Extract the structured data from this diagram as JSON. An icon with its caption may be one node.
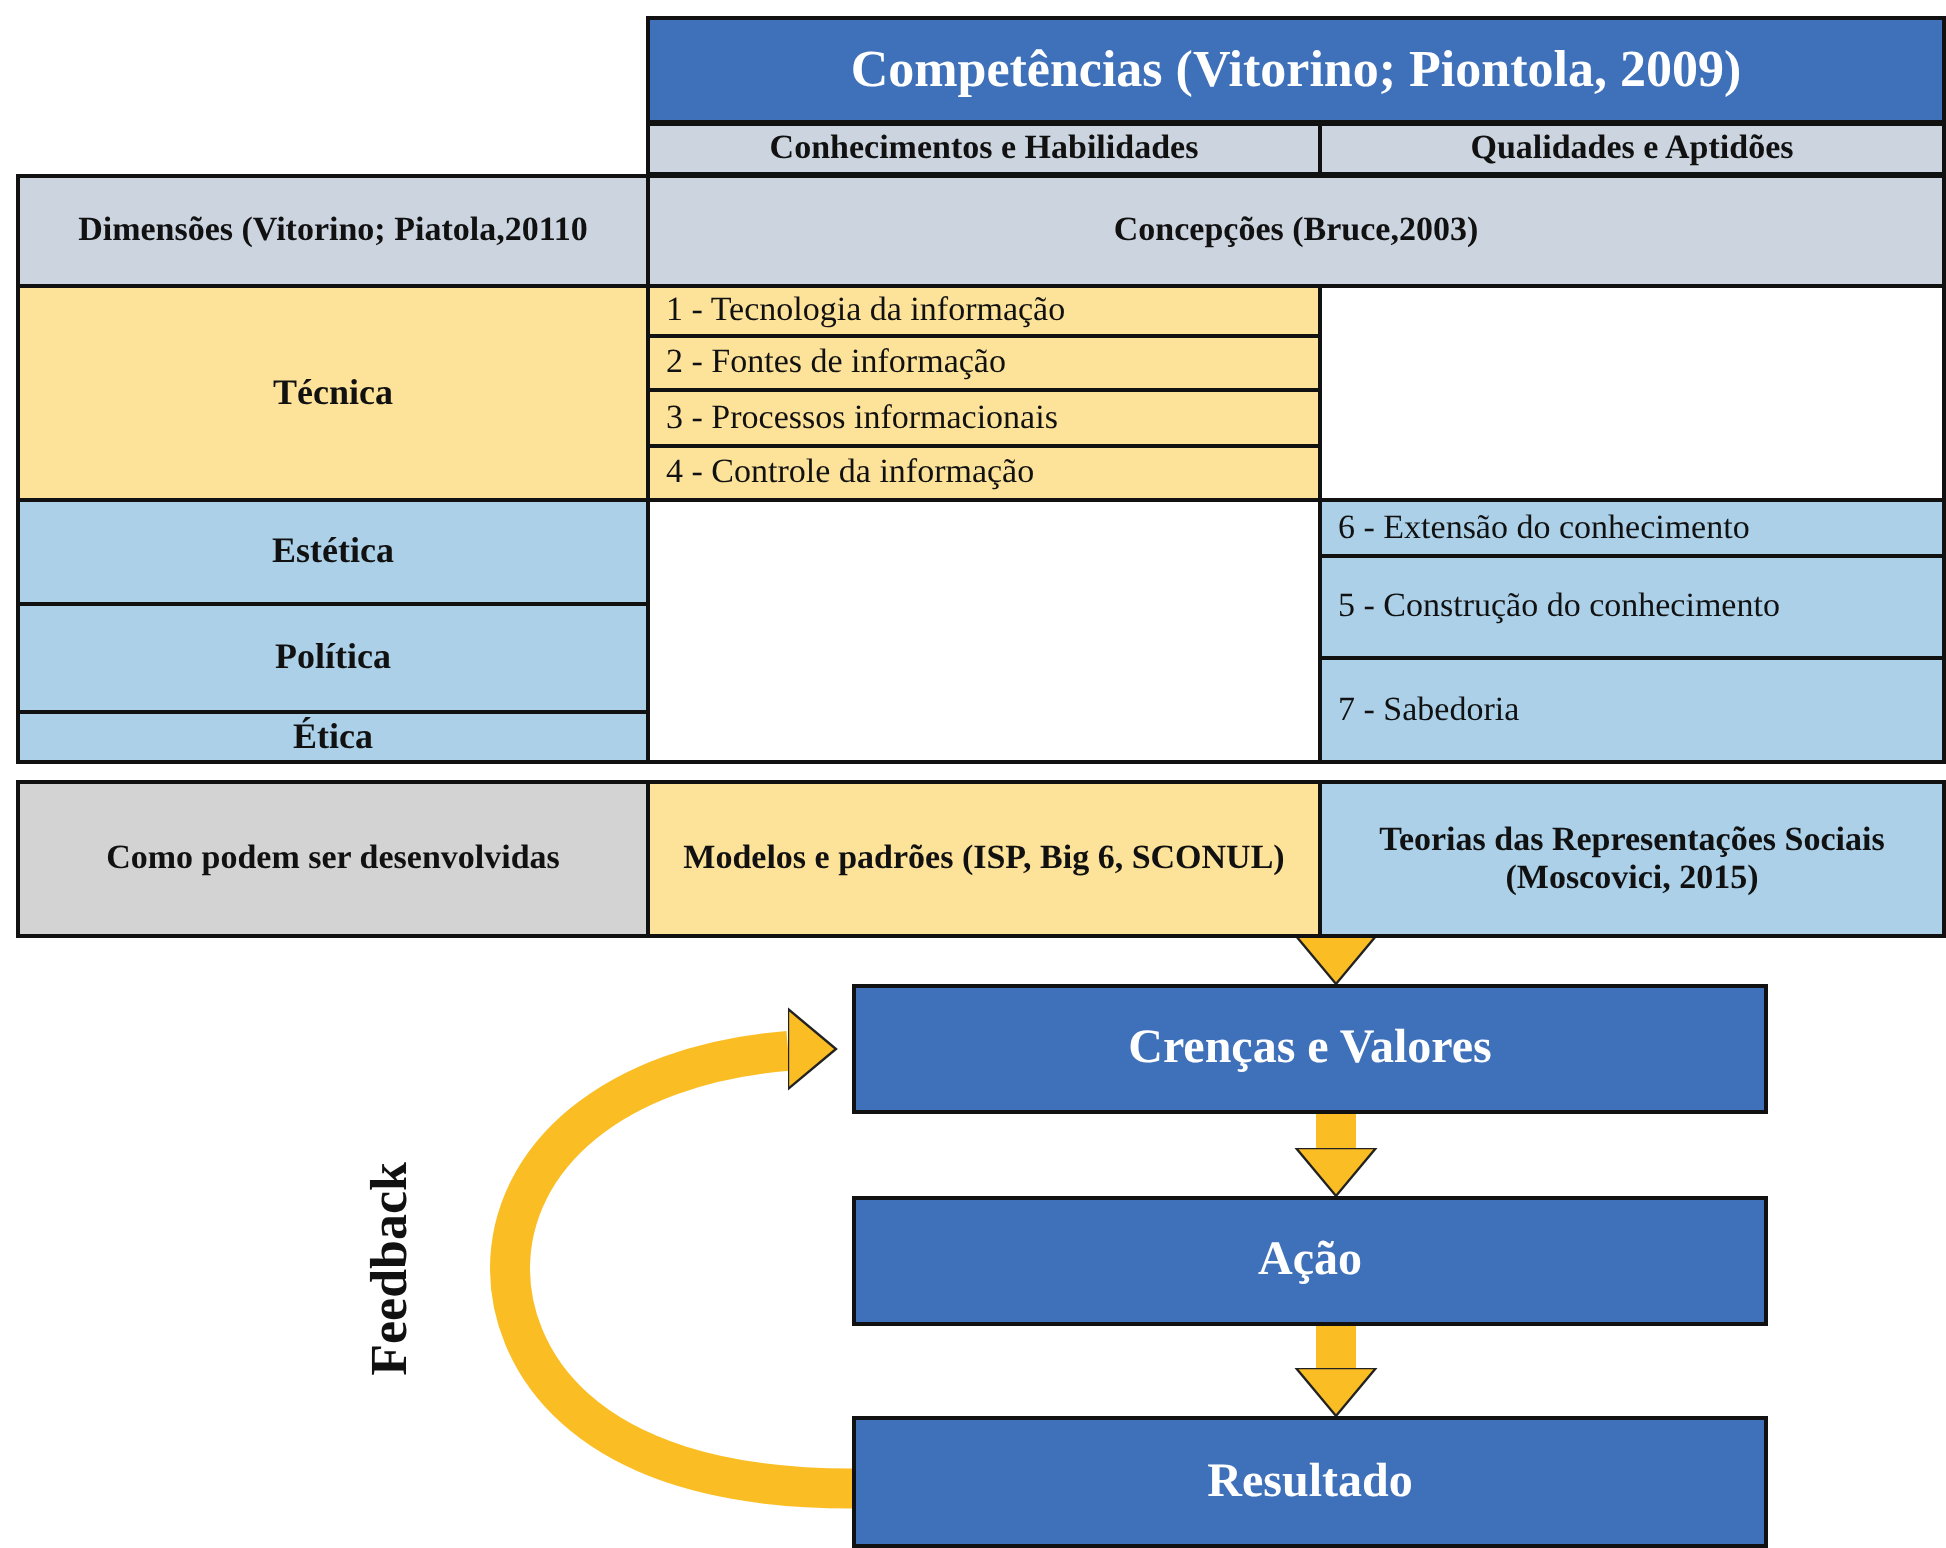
{
  "diagram": {
    "nodes": [
      {
        "text": [
          "Competências (Vitorino; Piontola, 2009)"
        ]
      },
      {
        "text": [
          "Conhecimentos e Habilidades"
        ]
      },
      {
        "text": [
          "Qualidades e Aptidões"
        ]
      },
      {
        "text": [
          "Dimensões (Vitorino; Piatola,20110"
        ]
      },
      {
        "text": [
          "Concepções (Bruce,2003)"
        ]
      },
      {
        "text": [
          "Técnica"
        ]
      },
      {
        "text": [
          "1 - Tecnologia da informação"
        ]
      },
      {
        "text": [
          "2 - Fontes de informação"
        ]
      },
      {
        "text": [
          "3 - Processos informacionais"
        ]
      },
      {
        "text": [
          "4 - Controle da informação"
        ]
      },
      {
        "text": [
          "Estética"
        ]
      },
      {
        "text": [
          "6 - Extensão do conhecimento"
        ]
      },
      {
        "text": [
          "5 - Construção do conhecimento"
        ]
      },
      {
        "text": [
          "Política"
        ]
      },
      {
        "text": [
          "7 - Sabedoria"
        ]
      },
      {
        "text": [
          "Ética"
        ]
      },
      {
        "text": [
          "Como podem ser desenvolvidas"
        ]
      },
      {
        "text": [
          "Modelos e padrões (ISP, Big 6, SCONUL)"
        ]
      },
      {
        "text": [
          "Teorias das Representações Sociais (Moscovici, 2015)"
        ]
      },
      {
        "text": [
          "Crenças e Valores"
        ]
      },
      {
        "text": [
          "Ação"
        ]
      },
      {
        "text": [
          "Resultado"
        ]
      }
    ],
    "edges": [
      {
        "from": 18,
        "to": 19,
        "arrow": "to"
      },
      {
        "from": 19,
        "to": 20,
        "arrow": "to"
      },
      {
        "from": 20,
        "to": 21,
        "arrow": "to"
      },
      {
        "from": 21,
        "to": 19,
        "arrow": "to",
        "label": "Feedback"
      }
    ]
  }
}
